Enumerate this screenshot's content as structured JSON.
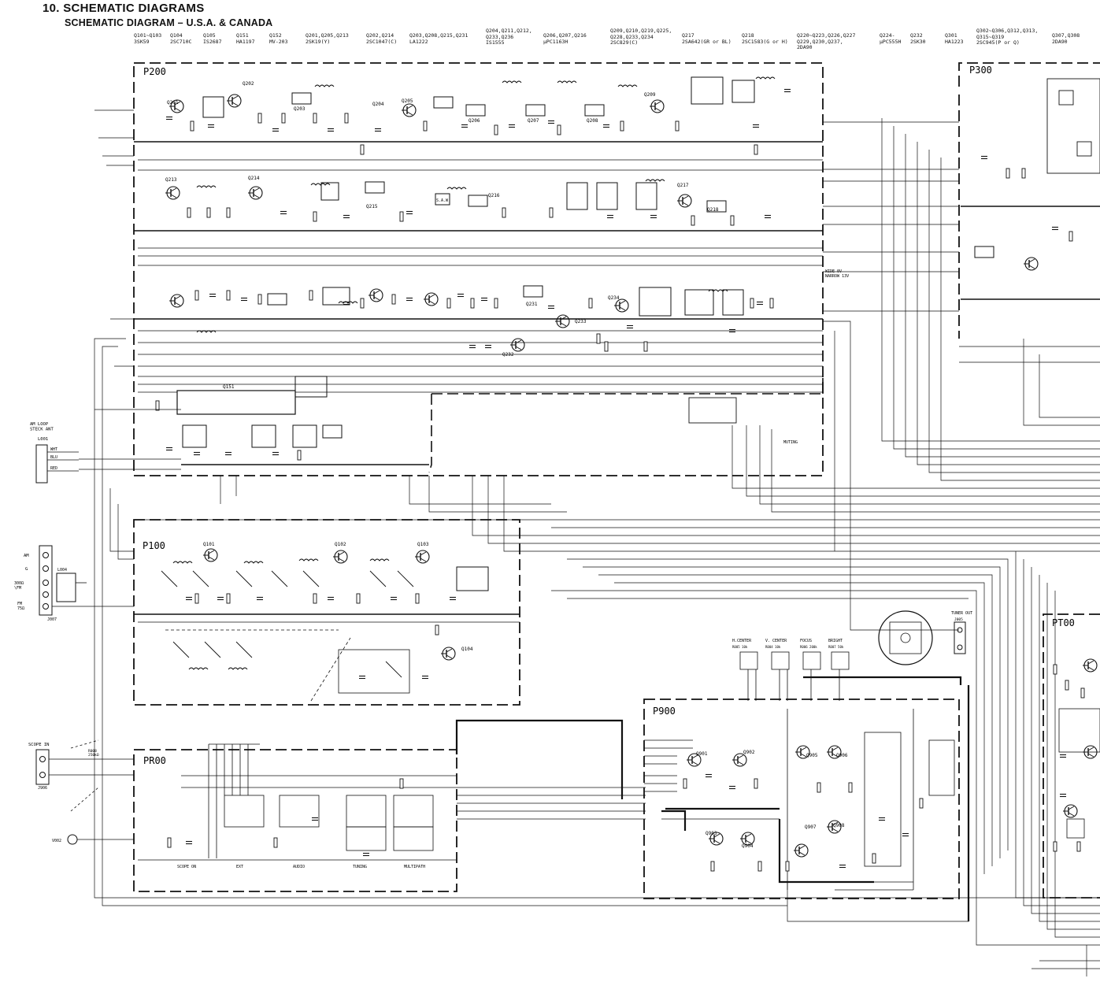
{
  "header": {
    "section_title": "10. SCHEMATIC DIAGRAMS",
    "subtitle": "SCHEMATIC DIAGRAM – U.S.A. & CANADA"
  },
  "parts_legend": [
    {
      "refs": "Q101~Q103",
      "type": "3SK59"
    },
    {
      "refs": "Q104",
      "type": "2SC710C"
    },
    {
      "refs": "Q105",
      "type": "IS2687"
    },
    {
      "refs": "Q151",
      "type": "HA1197"
    },
    {
      "refs": "Q152",
      "type": "MV-203"
    },
    {
      "refs": "Q201,Q205,Q213",
      "type": "2SK19(Y)"
    },
    {
      "refs": "Q202,Q214",
      "type": "2SC1047(C)"
    },
    {
      "refs": "Q203,Q208,Q215,Q231",
      "type": "LA1222"
    },
    {
      "refs": "Q204,Q211,Q212,\nQ233,Q236",
      "type": "IS1555"
    },
    {
      "refs": "Q206,Q207,Q216",
      "type": "µPC1163H"
    },
    {
      "refs": "Q209,Q210,Q219,Q225,\nQ228,Q233,Q234",
      "type": "2SC829(C)"
    },
    {
      "refs": "Q217",
      "type": "2SA642(GR or BL)"
    },
    {
      "refs": "Q218",
      "type": "2SC1583(G or H)"
    },
    {
      "refs": "Q220~Q223,Q226,Q227\nQ229,Q230,Q237,",
      "type": "2DA90"
    },
    {
      "refs": "Q224-",
      "type": "µPC555H"
    },
    {
      "refs": "Q232",
      "type": "2SK30"
    },
    {
      "refs": "Q301",
      "type": "HA1223"
    },
    {
      "refs": "Q302~Q306,Q312,Q313,\nQ315~Q319",
      "type": "2SC945(P or Q)"
    },
    {
      "refs": "Q307,Q308",
      "type": "2DA90"
    }
  ],
  "boards": {
    "p200": "P200",
    "p300": "P300",
    "p100": "P100",
    "pr00": "PR00",
    "p900": "P900",
    "pt00": "PT00"
  },
  "connectors": {
    "am_loop": "AM LOOP\nSTECK ANT",
    "l001": "L001",
    "wire_wht": "WHT",
    "wire_blu": "BLU",
    "wire_red": "RED",
    "scope_in": "SCOPE IN",
    "tuner_out": "TUNER OUT",
    "j906": "J906",
    "j007": "J007",
    "l004": "L004",
    "v002": "V002",
    "r008": "R008\n250kΩ",
    "j005": "J005",
    "ant_am": "AM",
    "ant_g": "G",
    "ant_300": "300Ω\n\\FM",
    "ant_75": "FM\n75Ω"
  },
  "controls": {
    "h_center": "H.CENTER",
    "v_center": "V. CENTER",
    "focus": "FOCUS",
    "bright": "BRIGHT",
    "r005": "R005 10k",
    "r004": "R004 10k",
    "r006": "R006 200k",
    "r007": "R007 50k"
  },
  "pr00_labels": {
    "scope_on": "SCOPE ON",
    "ext": "EXT",
    "audio": "AUDIO",
    "tuning": "TUNING",
    "multipath": "MULTIPATH"
  },
  "p900_transistors": [
    "Q901",
    "Q902",
    "Q903",
    "Q904",
    "Q905",
    "Q906",
    "Q907",
    "Q908"
  ],
  "p200_labels": {
    "q201": "Q201",
    "q202": "Q202",
    "q203": "Q203",
    "q204": "Q204",
    "q205": "Q205",
    "q206": "Q206",
    "q207": "Q207",
    "q208": "Q208",
    "q209": "Q209",
    "q213": "Q213",
    "q214": "Q214",
    "q215": "Q215",
    "q216": "Q216",
    "q217": "Q217",
    "q218": "Q218",
    "q151": "Q151",
    "q231": "Q231",
    "q232": "Q232",
    "q233": "Q233",
    "q234": "Q234",
    "saw": "S.A.W",
    "muting": "MUTING",
    "wide": "WIDE  0V\nNARROW 13V"
  },
  "p100_labels": {
    "q101": "Q101",
    "q102": "Q102",
    "q103": "Q103",
    "q104": "Q104"
  }
}
